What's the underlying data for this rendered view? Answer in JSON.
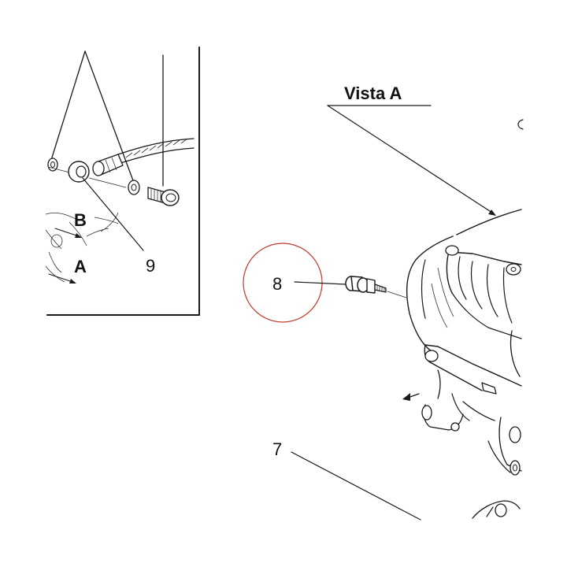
{
  "view_title": "Vista A",
  "inset": {
    "label_b": "B",
    "label_a": "A",
    "callout_9": "9"
  },
  "callouts": {
    "c8": "8",
    "c7": "7"
  },
  "colors": {
    "ink": "#1a1a1a",
    "highlight_circle": "#c0392b",
    "background": "#ffffff"
  }
}
